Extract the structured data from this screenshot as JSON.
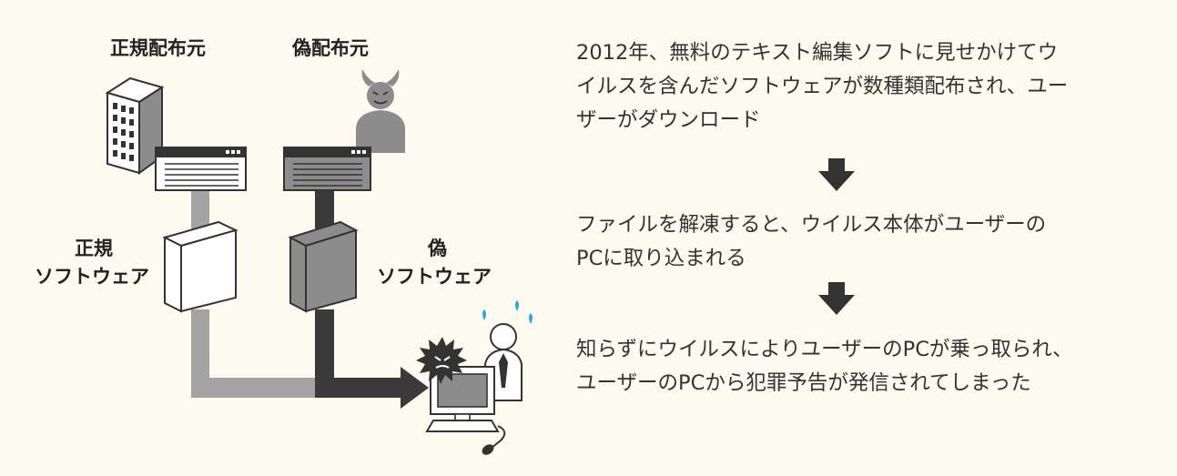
{
  "labels": {
    "legit_source": "正規配布元",
    "fake_source": "偽配布元",
    "legit_software_1": "正規",
    "legit_software_2": "ソフトウェア",
    "fake_software_1": "偽",
    "fake_software_2": "ソフトウェア"
  },
  "steps": [
    {
      "lines": [
        "2012年、無料のテキスト編集ソフトに見せかけてウ",
        "イルスを含んだソフトウェアが数種類配布され、ユー",
        "ザーがダウンロード"
      ]
    },
    {
      "lines": [
        "ファイルを解凍すると、ウイルス本体がユーザーの",
        "PCに取り込まれる"
      ]
    },
    {
      "lines": [
        "知らずにウイルスによりユーザーのPCが乗っ取られ、",
        "ユーザーのPCから犯罪予告が発信されてしまった"
      ]
    }
  ],
  "colors": {
    "background": "#fdfaef",
    "legit_pipe": "#a3a3a3",
    "fake_pipe": "#3a3a3a",
    "sweat": "#2aa8e0"
  },
  "icons": [
    "building-icon",
    "devil-icon",
    "browser-window-icon",
    "software-box-icon",
    "virus-icon",
    "computer-icon",
    "user-icon",
    "sweat-drop-icon",
    "down-arrow-icon"
  ]
}
